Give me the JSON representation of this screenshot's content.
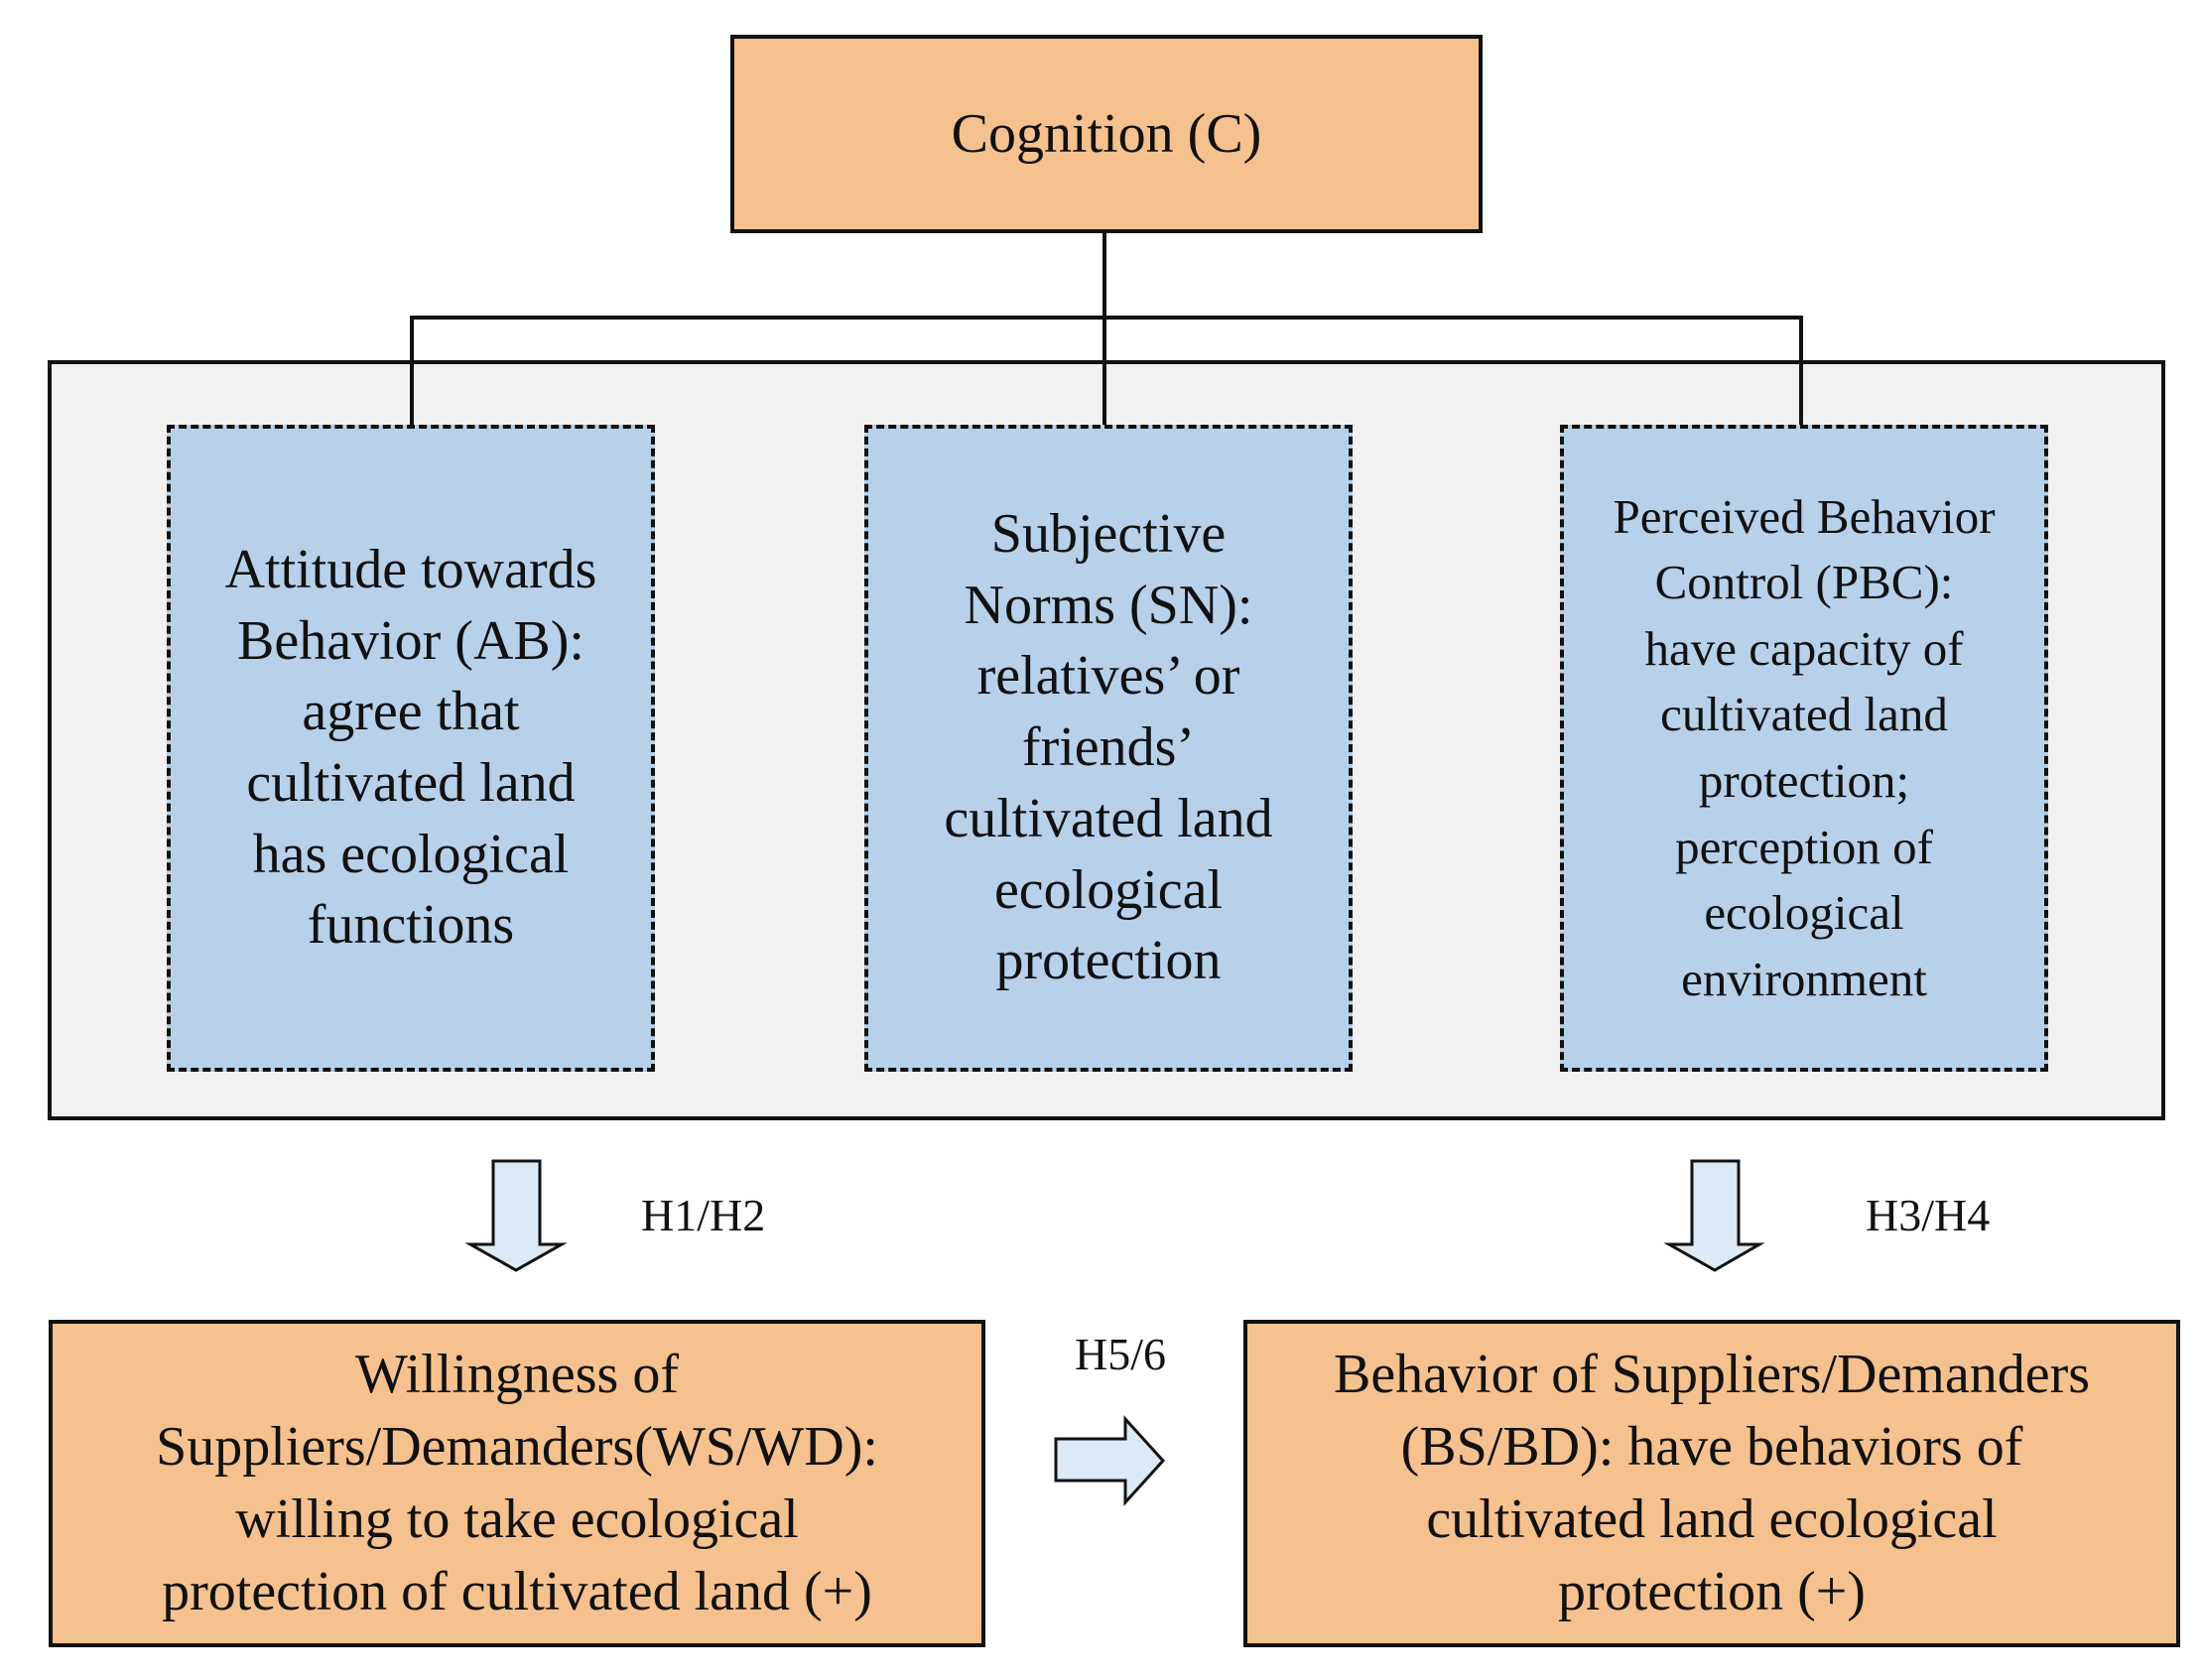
{
  "top": {
    "label": "Cognition (C)"
  },
  "factors": [
    {
      "text": "Attitude towards\nBehavior (AB):\nagree that\ncultivated land\nhas ecological\nfunctions"
    },
    {
      "text": "Subjective\nNorms (SN):\nrelatives’  or\nfriends’\ncultivated land\necological\nprotection"
    },
    {
      "text": "Perceived Behavior\nControl (PBC):\nhave capacity of\ncultivated land\nprotection;\nperception of\necological\nenvironment"
    }
  ],
  "arrows": {
    "left": "H1/H2",
    "right": "H3/H4",
    "middle": "H5/6"
  },
  "willingness": {
    "text": "Willingness of\nSuppliers/Demanders(WS/WD):\nwilling to take ecological\nprotection of cultivated land (+)"
  },
  "behavior": {
    "text": "Behavior of Suppliers/Demanders\n(BS/BD): have behaviors of\ncultivated land ecological\nprotection (+)"
  },
  "colors": {
    "orange": "#f5c18f",
    "blue": "#b7d1eb",
    "gray": "#f1f1f1",
    "arrow": "#dbeaf5"
  }
}
